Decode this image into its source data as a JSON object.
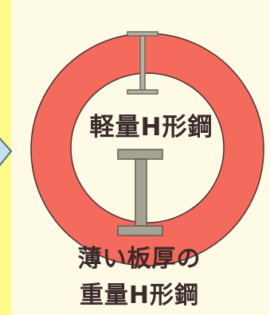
{
  "labels": {
    "light": "軽量H形鋼",
    "heavy_line1": "薄い板厚の",
    "heavy_line2": "重量H形鋼"
  },
  "icons": {
    "arrow": "arrow-right-icon",
    "light_beam": "h-beam-icon",
    "heavy_beam": "h-beam-icon"
  },
  "colors": {
    "ring": "#f46a5d",
    "page_border": "#fffb8a",
    "panel": "#fdfbe6",
    "steel": "#a6a394",
    "arrow": "#bfe3ef"
  }
}
